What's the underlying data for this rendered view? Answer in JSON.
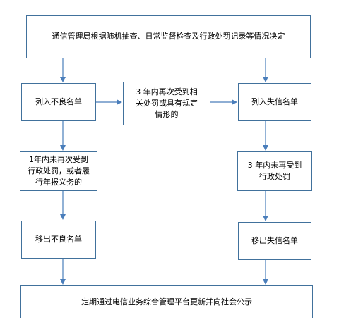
{
  "diagram": {
    "nodes": {
      "top": "通信管理局根据随机抽查、日常监督检查及行政处罚记录等情况决定",
      "list_bad": "列入不良名单",
      "mid_condition": "3 年内再次受到相\n关处罚或具有规定\n情形的",
      "list_dishonest": "列入失信名单",
      "left_condition": "1年内未再次受到\n行政处罚，或者履\n行年报义务的",
      "right_condition": "3 年内未再受到\n行政处罚",
      "remove_bad": "移出不良名单",
      "remove_dishonest": "移出失信名单",
      "bottom": "定期通过电信业务综合管理平台更新并向社会公示"
    },
    "edges": [
      {
        "from": "top",
        "to": "list_bad"
      },
      {
        "from": "top",
        "to": "list_dishonest"
      },
      {
        "from": "list_bad",
        "to": "mid_condition"
      },
      {
        "from": "mid_condition",
        "to": "list_dishonest"
      },
      {
        "from": "list_bad",
        "to": "left_condition"
      },
      {
        "from": "list_dishonest",
        "to": "right_condition"
      },
      {
        "from": "left_condition",
        "to": "remove_bad"
      },
      {
        "from": "right_condition",
        "to": "remove_dishonest"
      },
      {
        "from": "remove_bad",
        "to": "bottom"
      },
      {
        "from": "remove_dishonest",
        "to": "bottom"
      }
    ],
    "colors": {
      "line": "#4a7ebb",
      "border": "#41719c"
    }
  }
}
